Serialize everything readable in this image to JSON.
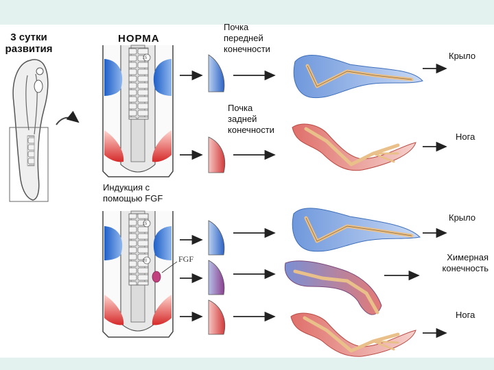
{
  "labels": {
    "stage": "3 сутки\nразвития",
    "norm": "НОРМА",
    "forelimb_bud": "Почка\nпередней\nконечности",
    "hindlimb_bud": "Почка\nзадней\nконечности",
    "induction": "Индукция с\nпомощью FGF",
    "wing_top": "Крыло",
    "leg_top": "Нога",
    "wing_bottom": "Крыло",
    "chimeric": "Химерная\nконечность",
    "leg_bottom": "Нога",
    "fgf": "FGF",
    "somite_15_top": "15",
    "somite_15_bottom": "15",
    "somite_20_bottom": "20"
  },
  "colors": {
    "forelimb": "#2f6fd0",
    "hindlimb": "#d8373a",
    "chimera": "#8a5a9a",
    "bone": "#e9c08a"
  }
}
